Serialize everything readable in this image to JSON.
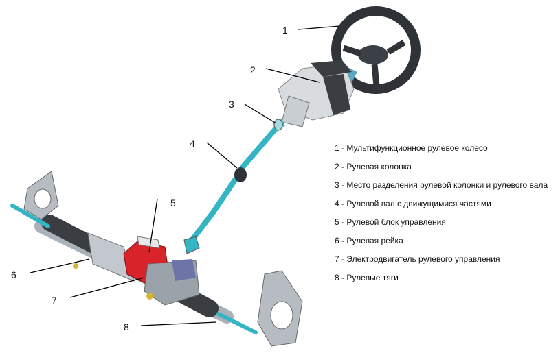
{
  "callouts": [
    {
      "number": "1"
    },
    {
      "number": "2"
    },
    {
      "number": "3"
    },
    {
      "number": "4"
    },
    {
      "number": "5"
    },
    {
      "number": "6"
    },
    {
      "number": "7"
    },
    {
      "number": "8"
    }
  ],
  "legend": [
    "1 - Мультифункционное рулевое колесо",
    "2 - Рулевая колонка",
    "3 - Место разделения рулевой колонки и рулевого вала",
    "4 - Рулевой вал с движущимися частями",
    "5 - Рулевой блок управления",
    "6 - Рулевая рейка",
    "7 - Электродвигатель рулевого управления",
    "8 - Рулевые тяги"
  ],
  "colors": {
    "shaft": "#33b5c4",
    "wheel": "#2f3338",
    "motor": "#d8232a",
    "boot": "#3a3d42",
    "metal": "#b7bcc2",
    "leader": "#000000"
  }
}
